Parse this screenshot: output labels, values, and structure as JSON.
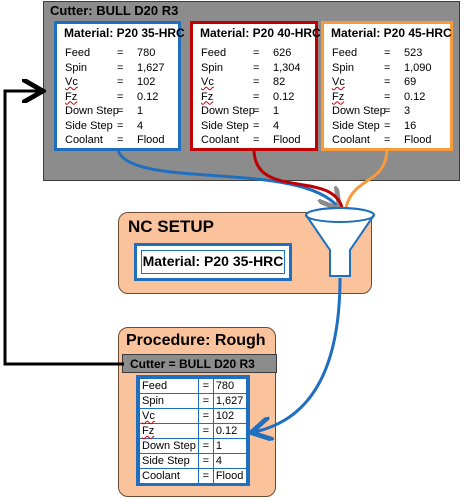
{
  "cutter_panel": {
    "title": "Cutter:  BULL D20 R3"
  },
  "materials": [
    {
      "title": "Material: P20 35-HRC",
      "color": "#1f6fc0",
      "params": [
        {
          "label": "Feed",
          "value": "780"
        },
        {
          "label": "Spin",
          "value": "1,627"
        },
        {
          "label": "Vc",
          "value": "102"
        },
        {
          "label": "Fz",
          "value": "0.12"
        },
        {
          "label": "Down Step",
          "value": "1"
        },
        {
          "label": "Side Step",
          "value": "4"
        },
        {
          "label": "Coolant",
          "value": "Flood"
        }
      ]
    },
    {
      "title": "Material: P20 40-HRC",
      "color": "#c00000",
      "params": [
        {
          "label": "Feed",
          "value": "626"
        },
        {
          "label": "Spin",
          "value": "1,304"
        },
        {
          "label": "Vc",
          "value": "82"
        },
        {
          "label": "Fz",
          "value": "0.12"
        },
        {
          "label": "Down Step",
          "value": "1"
        },
        {
          "label": "Side Step",
          "value": "4"
        },
        {
          "label": "Coolant",
          "value": "Flood"
        }
      ]
    },
    {
      "title": "Material: P20 45-HRC",
      "color": "#f79a3c",
      "params": [
        {
          "label": "Feed",
          "value": "523"
        },
        {
          "label": "Spin",
          "value": "1,090"
        },
        {
          "label": "Vc",
          "value": "69"
        },
        {
          "label": "Fz",
          "value": "0.12"
        },
        {
          "label": "Down Step",
          "value": "3"
        },
        {
          "label": "Side Step",
          "value": "16"
        },
        {
          "label": "Coolant",
          "value": "Flood"
        }
      ]
    }
  ],
  "equals": "=",
  "nc_setup": {
    "title": "NC SETUP",
    "material": "Material: P20 35-HRC",
    "funnel_icon": "funnel-icon"
  },
  "procedure": {
    "title": "Procedure:  Rough",
    "cutter": "Cutter = BULL D20 R3",
    "params": [
      {
        "label": "Feed",
        "value": "780"
      },
      {
        "label": "Spin",
        "value": "1,627"
      },
      {
        "label": "Vc",
        "value": "102"
      },
      {
        "label": "Fz",
        "value": "0.12"
      },
      {
        "label": "Down Step",
        "value": "1"
      },
      {
        "label": "Side Step",
        "value": "4"
      },
      {
        "label": "Coolant",
        "value": "Flood"
      }
    ]
  },
  "colors": {
    "blue": "#1f6fc0",
    "red": "#c00000",
    "orange": "#f79a3c",
    "panel_gray": "#8c8c8c",
    "salmon": "#fbc39c"
  }
}
